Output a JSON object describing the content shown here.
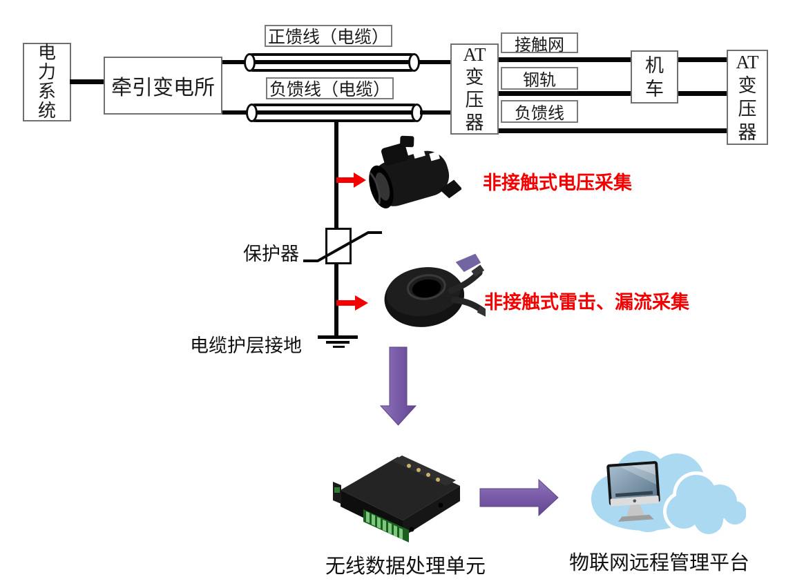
{
  "boxes": {
    "power_system": "电力系统",
    "traction_substation": "牵引变电所",
    "at_transformer_left": "AT变压器",
    "catenary": "接触网",
    "rail": "钢轨",
    "negative_feeder": "负馈线",
    "locomotive": "机车",
    "at_transformer_right": "AT变压器"
  },
  "cable_labels": {
    "positive_feeder_cable": "正馈线（电缆）",
    "negative_feeder_cable": "负馈线（电缆）"
  },
  "labels": {
    "protector": "保护器",
    "cable_sheath_ground": "电缆护层接地",
    "wireless_unit": "无线数据处理单元",
    "iot_platform": "物联网远程管理平台"
  },
  "annotations": {
    "voltage_collection": "非接触式电压采集",
    "lightning_leakage_collection": "非接触式雷击、漏流采集"
  },
  "colors": {
    "annotation_red": "#f40000",
    "arrow_purple": "#7a5ca8",
    "cloud_blue": "#abd9f2",
    "line_black": "#060606"
  },
  "icons": {
    "voltage_sensor": "clamp-voltage-sensor",
    "current_sensor": "toroid-current-sensor",
    "data_unit": "wireless-data-unit-device",
    "cloud_platform": "cloud-computer",
    "protector_symbol": "varistor-symbol",
    "ground_symbol": "earth-ground-symbol"
  }
}
